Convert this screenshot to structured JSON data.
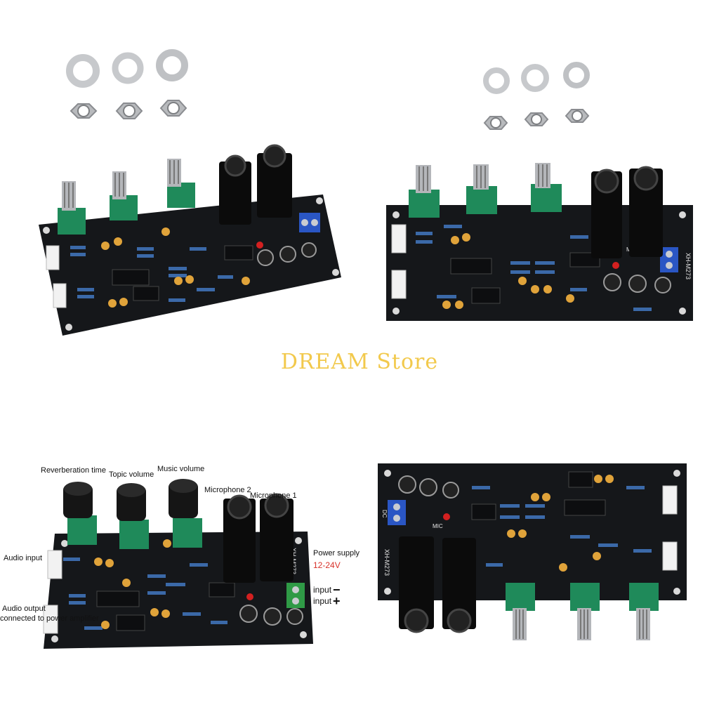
{
  "watermark": {
    "text": "DREAM Store",
    "color": "#f2c94c"
  },
  "callouts": {
    "reverberation_time": "Reverberation time",
    "topic_volume": "Topic volume",
    "music_volume": "Music volume",
    "microphone_2": "Microphone 2",
    "microphone_1": "Microphone 1",
    "audio_input": "Audio input",
    "audio_output_line1": "Audio output",
    "audio_output_line2": "connected to power amplifier",
    "power_supply": "Power supply",
    "voltage": "12-24V",
    "input_minus_label": "input",
    "input_minus_sign": "−",
    "input_plus_label": "input",
    "input_plus_sign": "+"
  },
  "board_markings": {
    "model": "XH-M273",
    "mic": "MIC",
    "dc": "DC"
  },
  "colors": {
    "pcb": "#15171a",
    "pot_base": "#1f8a5a",
    "terminal": "#2a56c4",
    "terminal_green": "#2f9a46",
    "resistor": "#3b69a8",
    "capacitor": "#e0a33a",
    "voltage_red": "#d8322a"
  }
}
